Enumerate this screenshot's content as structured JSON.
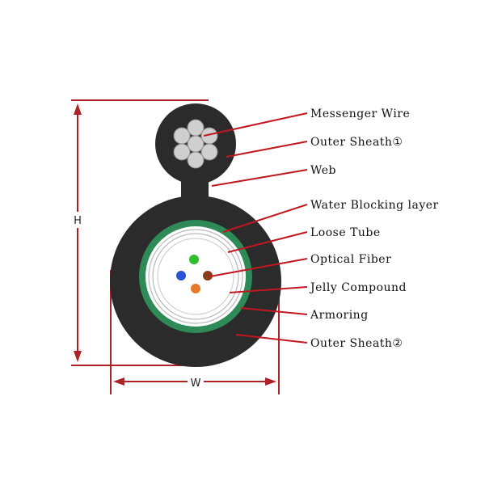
{
  "labels": {
    "messenger_wire": "Messenger Wire",
    "outer_sheath_1": "Outer Sheath①",
    "web": "Web",
    "water_blocking_layer": "Water Blocking layer",
    "loose_tube": "Loose Tube",
    "optical_fiber": "Optical Fiber",
    "jelly_compound": "Jelly Compound",
    "armoring": "Armoring",
    "outer_sheath_2": "Outer Sheath②"
  },
  "dimensions": {
    "height_label": "H",
    "width_label": "W"
  },
  "colors": {
    "sheath": "#2b2b2b",
    "armoring": "#2e8b57",
    "leader_line": "#c0181e",
    "dimension_line": "#b02025",
    "fiber_green": "#2fbf2f",
    "fiber_blue": "#2a54d4",
    "fiber_brown": "#8b3a1a",
    "fiber_orange": "#e8772a",
    "wire": "#cfcfcf"
  }
}
